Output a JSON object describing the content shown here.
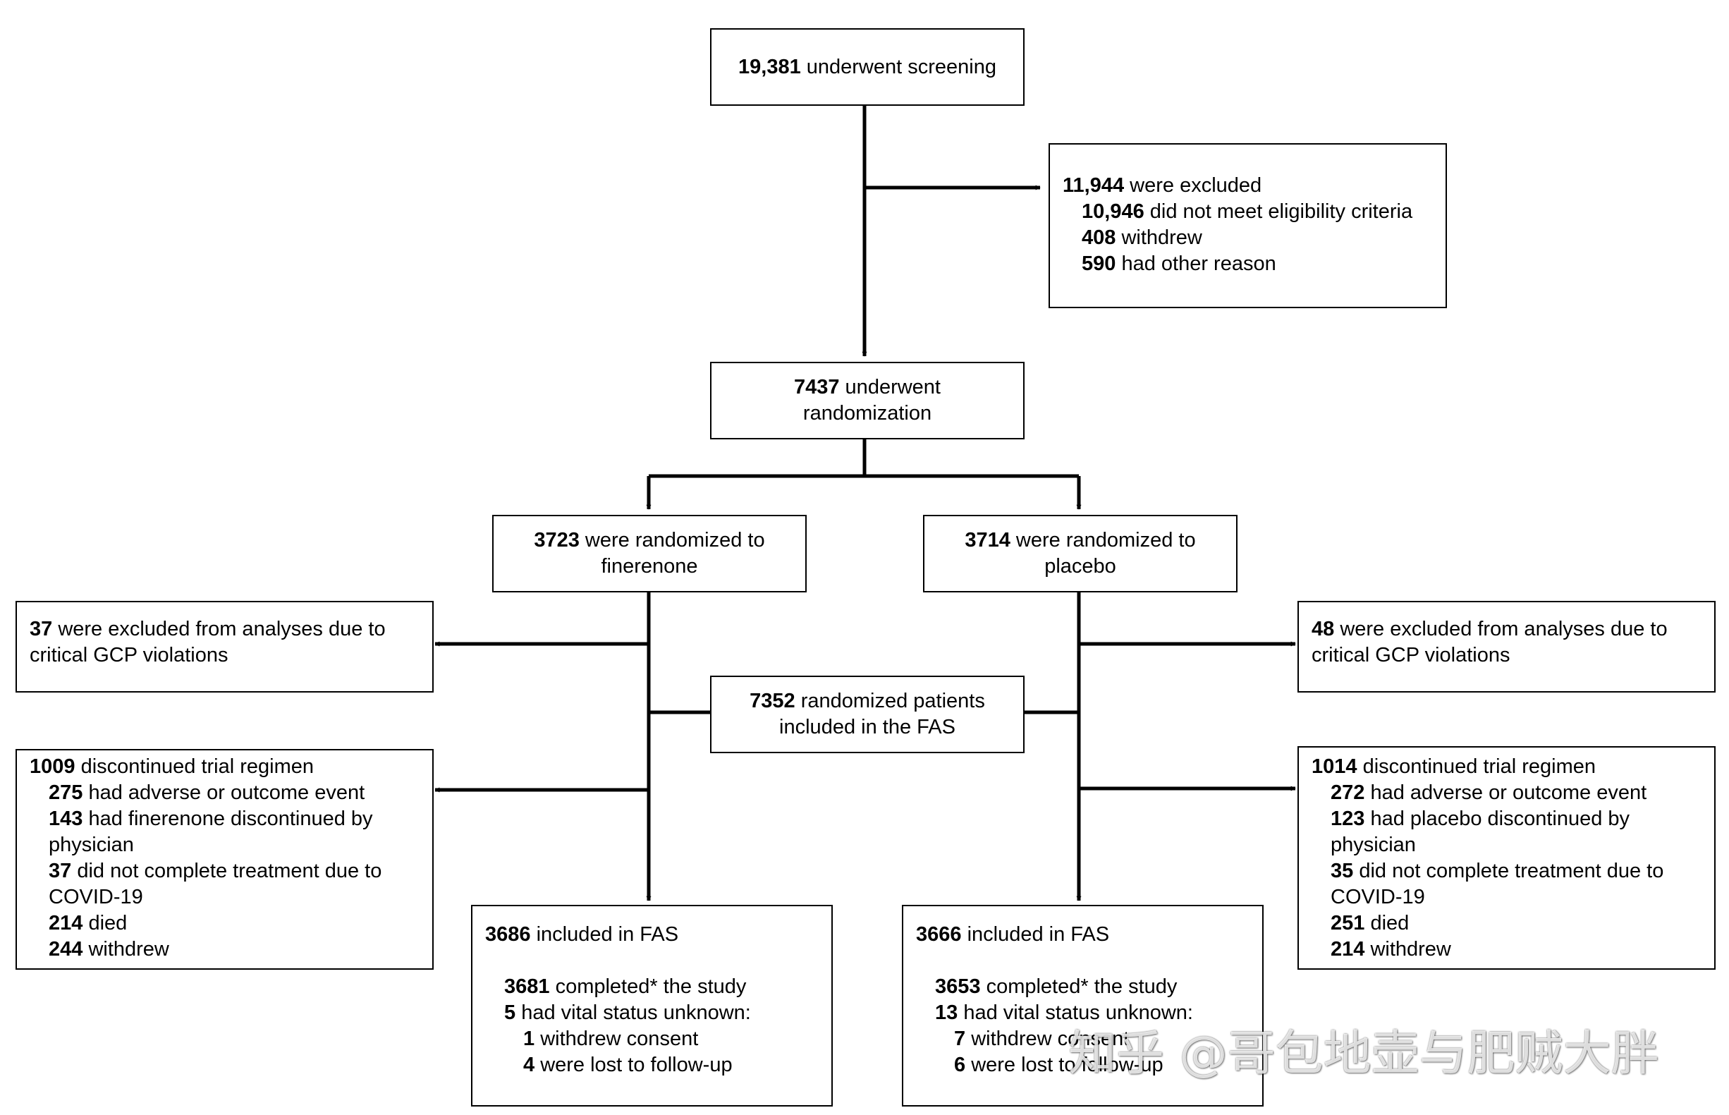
{
  "screening": {
    "n": "19,381",
    "text": " underwent screening"
  },
  "excluded": {
    "n": "11,944",
    "text": " were excluded",
    "reasons": [
      {
        "n": "10,946",
        "text": " did not meet eligibility criteria"
      },
      {
        "n": "408",
        "text": " withdrew"
      },
      {
        "n": "590",
        "text": " had other reason"
      }
    ]
  },
  "randomization": {
    "n": "7437",
    "line1": " underwent",
    "line2": "randomization"
  },
  "finerenone_arm": {
    "n": "3723",
    "line1": " were randomized to",
    "line2": "finerenone"
  },
  "placebo_arm": {
    "n": "3714",
    "line1": " were randomized to",
    "line2": "placebo"
  },
  "gcp_left": {
    "n": "37",
    "line1": " were excluded from analyses due to",
    "line2": "critical GCP  violations"
  },
  "gcp_right": {
    "n": "48",
    "line1": " were excluded from analyses due to",
    "line2": "critical GCP  violations"
  },
  "fas_total": {
    "n": "7352",
    "line1": " randomized patients",
    "line2": "included in the FAS"
  },
  "discontinued_left": {
    "n": "1009",
    "text": " discontinued trial regimen",
    "items": [
      {
        "n": "275",
        "text": " had adverse or outcome event"
      },
      {
        "n": "143",
        "text": " had finerenone discontinued by",
        "cont": "physician"
      },
      {
        "n": "37",
        "text": " did not complete treatment due to",
        "cont": "COVID-19"
      },
      {
        "n": "214",
        "text": " died"
      },
      {
        "n": "244",
        "text": " withdrew"
      }
    ]
  },
  "discontinued_right": {
    "n": "1014",
    "text": " discontinued trial regimen",
    "items": [
      {
        "n": "272",
        "text": " had adverse or outcome event"
      },
      {
        "n": "123",
        "text": " had placebo discontinued by",
        "cont": "physician"
      },
      {
        "n": "35",
        "text": " did not complete treatment due to",
        "cont": "COVID-19"
      },
      {
        "n": "251",
        "text": " died"
      },
      {
        "n": "214",
        "text": " withdrew"
      }
    ]
  },
  "fas_left": {
    "n": "3686",
    "text": " included in FAS",
    "completed": {
      "n": "3681",
      "text": " completed* the study"
    },
    "unknown": {
      "n": "5",
      "text": " had vital status unknown:"
    },
    "consent": {
      "n": "1",
      "text": " withdrew consent"
    },
    "lost": {
      "n": "4",
      "text": " were lost to follow-up"
    }
  },
  "fas_right": {
    "n": "3666",
    "text": " included in FAS",
    "completed": {
      "n": "3653",
      "text": " completed* the study"
    },
    "unknown": {
      "n": "13",
      "text": " had vital status unknown:"
    },
    "consent": {
      "n": "7",
      "text": " withdrew consent"
    },
    "lost": {
      "n": "6",
      "text": " were lost to follow-up"
    }
  },
  "watermark": "知乎 @哥包地壶与肥贼大胖",
  "colors": {
    "line": "#000000",
    "background": "#ffffff"
  }
}
